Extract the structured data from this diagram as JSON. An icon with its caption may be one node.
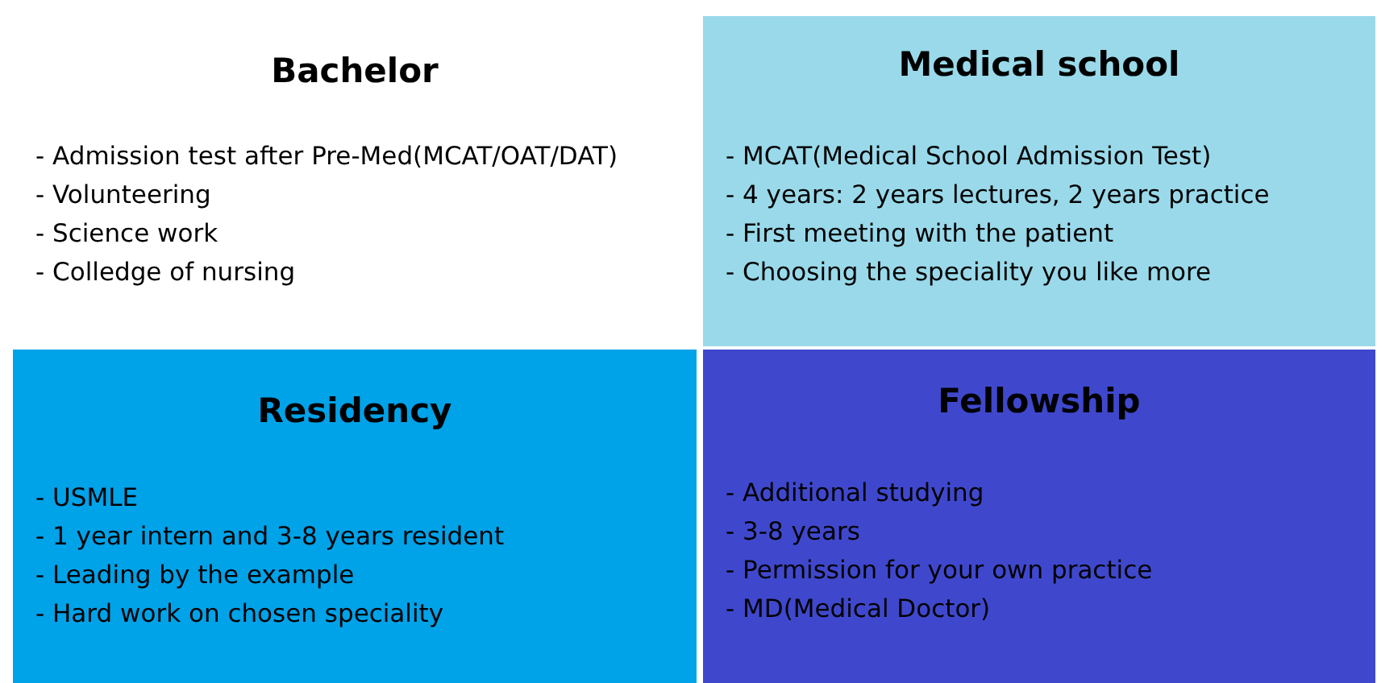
{
  "diagram": {
    "nodes": [
      {
        "text": [
          "Bachelor",
          "- Admission test after Pre-Med(MCAT/OAT/DAT)",
          "- Volunteering",
          "- Science work",
          "- Colledge of nursing"
        ]
      },
      {
        "text": [
          "Medical school",
          "- MCAT(Medical School Admission Test)",
          "- 4 years: 2 years lectures, 2 years practice",
          "- First meeting with the patient",
          "- Choosing the speciality you like more"
        ]
      },
      {
        "text": [
          "Residency",
          "- USMLE",
          "- 1 year intern and 3-8 years resident",
          "- Leading by the example",
          "- Hard work on chosen speciality"
        ]
      },
      {
        "text": [
          "Fellowship",
          "- Additional studying",
          "- 3-8 years",
          "- Permission for your own practice",
          "- MD(Medical Doctor)"
        ]
      }
    ]
  }
}
